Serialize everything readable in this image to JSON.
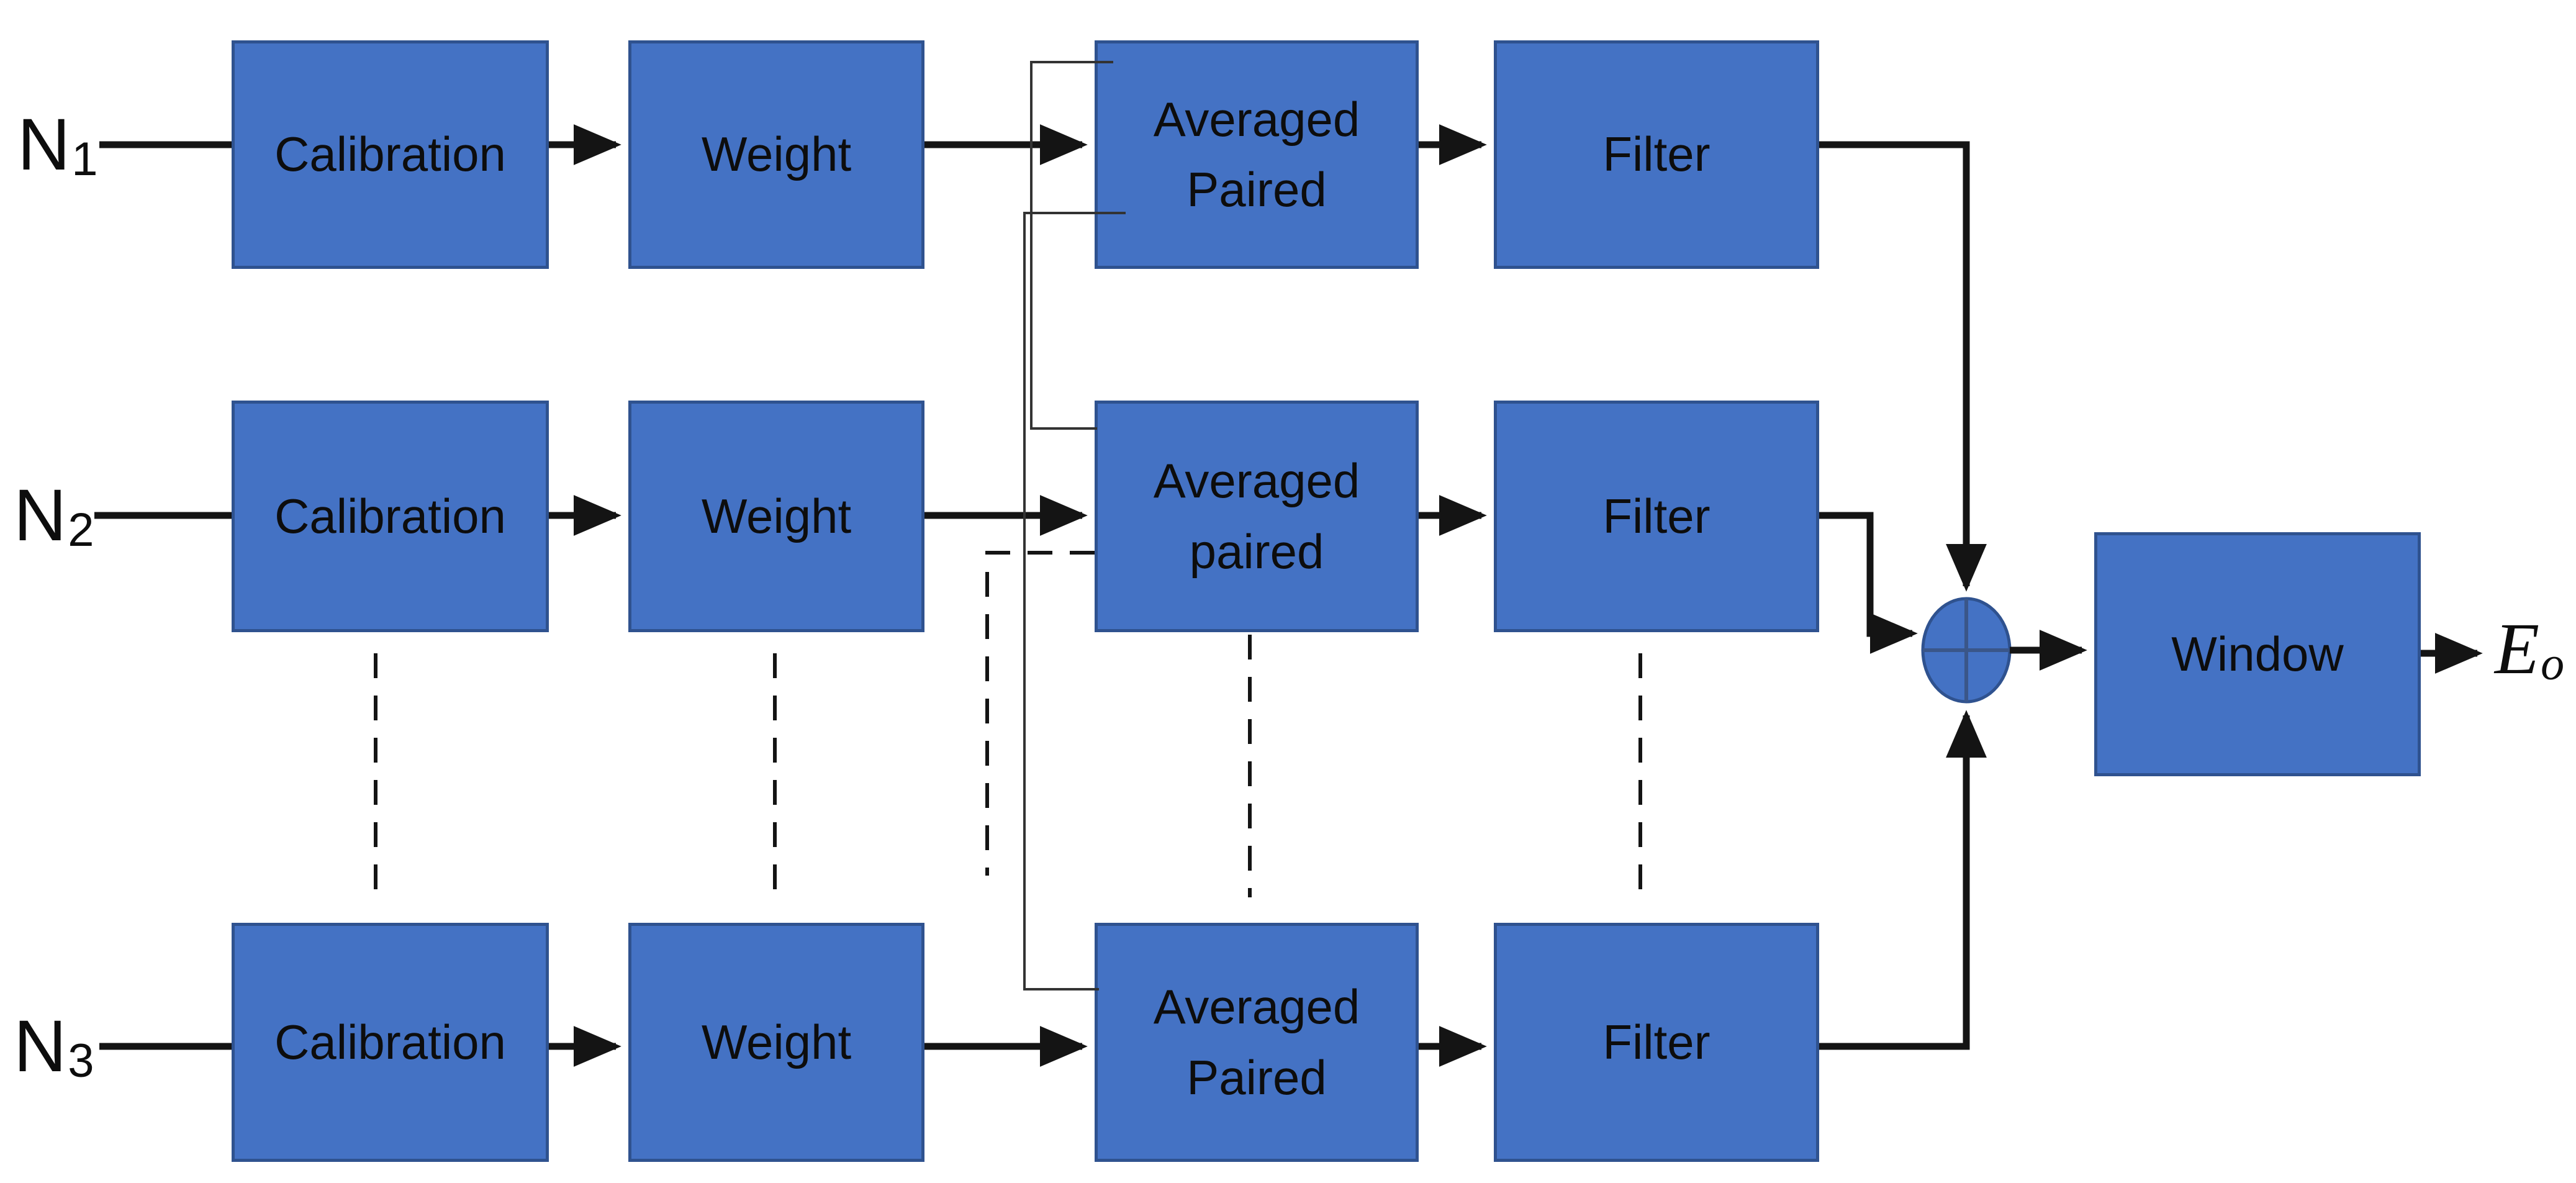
{
  "colors": {
    "background": "#ffffff",
    "block_fill": "#4472C4",
    "block_border": "#2F528F",
    "line_color": "#141414",
    "thin_line_color": "#333333",
    "sum_cross_color": "#3A5689",
    "text_color": "#0d0d0d"
  },
  "rows": [
    {
      "input_base": "N",
      "input_sub": "1",
      "calibration": "Calibration",
      "weight": "Weight",
      "averaged_line1": "Averaged",
      "averaged_line2": "Paired",
      "filter": "Filter"
    },
    {
      "input_base": "N",
      "input_sub": "2",
      "calibration": "Calibration",
      "weight": "Weight",
      "averaged_line1": "Averaged",
      "averaged_line2": "paired",
      "filter": "Filter"
    },
    {
      "input_base": "N",
      "input_sub": "3",
      "calibration": "Calibration",
      "weight": "Weight",
      "averaged_line1": "Averaged",
      "averaged_line2": "Paired",
      "filter": "Filter"
    }
  ],
  "window_label": "Window",
  "output_base": "E",
  "output_sub": "o",
  "sum_junction_symbol": "plus-circle"
}
